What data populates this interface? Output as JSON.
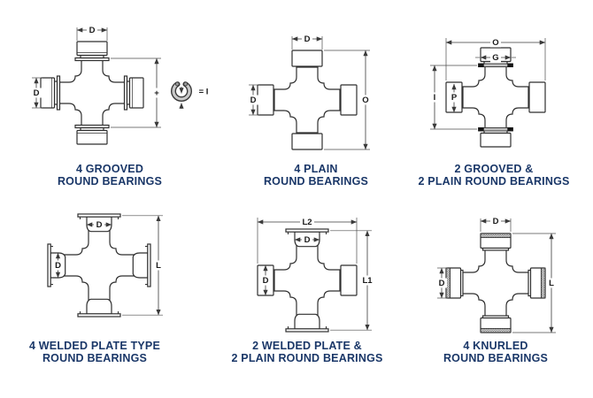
{
  "page_title": "Universal Joint Bearing Cup Style Identification Diagrams",
  "colors": {
    "background": "#ffffff",
    "caption_text": "#1a3768",
    "outline": "#2f2f2f",
    "groove_ring_black": "#141414"
  },
  "diagrams": [
    {
      "id": "grooved-4",
      "caption": [
        "4 GROOVED",
        "ROUND BEARINGS"
      ],
      "labels": {
        "cap_width": "D",
        "cap_diameter": "D",
        "span_plus": "+",
        "ring_equation": "= I"
      }
    },
    {
      "id": "plain-4",
      "caption": [
        "4 PLAIN",
        "ROUND BEARINGS"
      ],
      "labels": {
        "cap_width": "D",
        "cap_diameter": "D",
        "overall_span": "O"
      }
    },
    {
      "id": "grooved-2-plain-2",
      "caption": [
        "2 GROOVED &",
        "2 PLAIN ROUND BEARINGS"
      ],
      "labels": {
        "overall_span": "O",
        "grooved_cap_width": "G",
        "inside_ring_span": "I",
        "plain_cap_diameter": "P"
      }
    },
    {
      "id": "welded-plate-4",
      "caption": [
        "4 WELDED PLATE TYPE",
        "ROUND BEARINGS"
      ],
      "labels": {
        "cap_width": "D",
        "cap_diameter": "D",
        "overall_span": "L"
      }
    },
    {
      "id": "welded-2-plain-2",
      "caption": [
        "2 WELDED PLATE &",
        "2 PLAIN ROUND BEARINGS"
      ],
      "labels": {
        "overall_width": "L2",
        "cap_width": "D",
        "cap_diameter": "D",
        "overall_height": "L1"
      }
    },
    {
      "id": "knurled-4",
      "caption": [
        "4 KNURLED",
        "ROUND BEARINGS"
      ],
      "labels": {
        "cap_width": "D",
        "cap_diameter": "D",
        "overall_span": "L"
      }
    }
  ]
}
